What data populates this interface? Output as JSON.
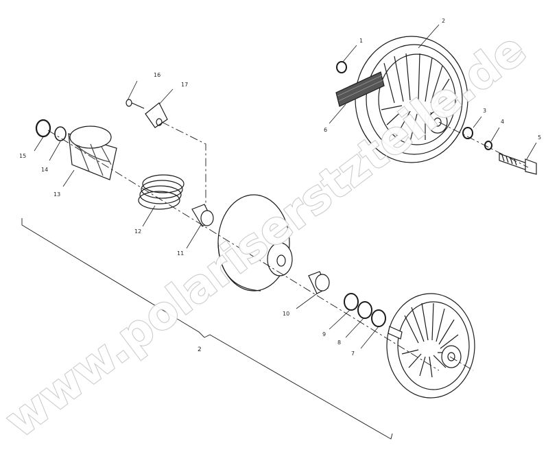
{
  "diagram": {
    "watermark": "www.polariserstzteile.de",
    "bracket_label": "2",
    "callouts": [
      "1",
      "2",
      "3",
      "4",
      "5",
      "6",
      "7",
      "8",
      "9",
      "10",
      "11",
      "12",
      "13",
      "14",
      "15",
      "16",
      "17"
    ],
    "colors": {
      "line": "#1a1a1a",
      "watermark_stroke": "#c9c9c9",
      "background": "#ffffff"
    }
  }
}
